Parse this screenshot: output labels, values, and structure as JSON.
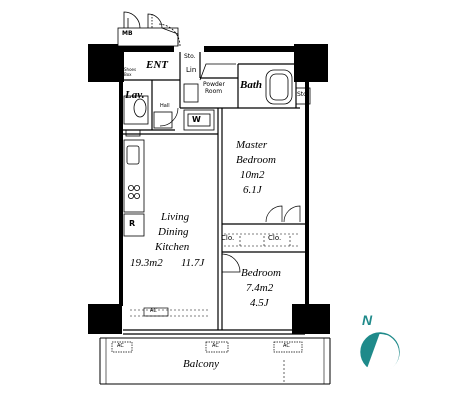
{
  "rooms": {
    "ent": "ENT",
    "lav": "Lav.",
    "bath": "Bath",
    "powder": [
      "Powder",
      "Room"
    ],
    "master": [
      "Master",
      "Bedroom",
      "10m2",
      "6.1J"
    ],
    "ldk_name": [
      "Living",
      "Dining",
      "Kitchen"
    ],
    "ldk_area": "19.3m2",
    "ldk_j": "11.7J",
    "bedroom": [
      "Bedroom",
      "7.4m2",
      "4.5J"
    ],
    "balcony": "Balcony"
  },
  "fixtures": {
    "mb": "MB",
    "sto": "Sto.",
    "lin": "Lin",
    "shoes": [
      "Shoes",
      "Box"
    ],
    "wm": "W",
    "hall": "Hall",
    "r": "R",
    "clo": "Clo.",
    "ac": "AC"
  },
  "compass": {
    "label": "N",
    "color": "#1f8a8a"
  },
  "colors": {
    "wall": "#000000",
    "accent": "#1f8a8a"
  }
}
